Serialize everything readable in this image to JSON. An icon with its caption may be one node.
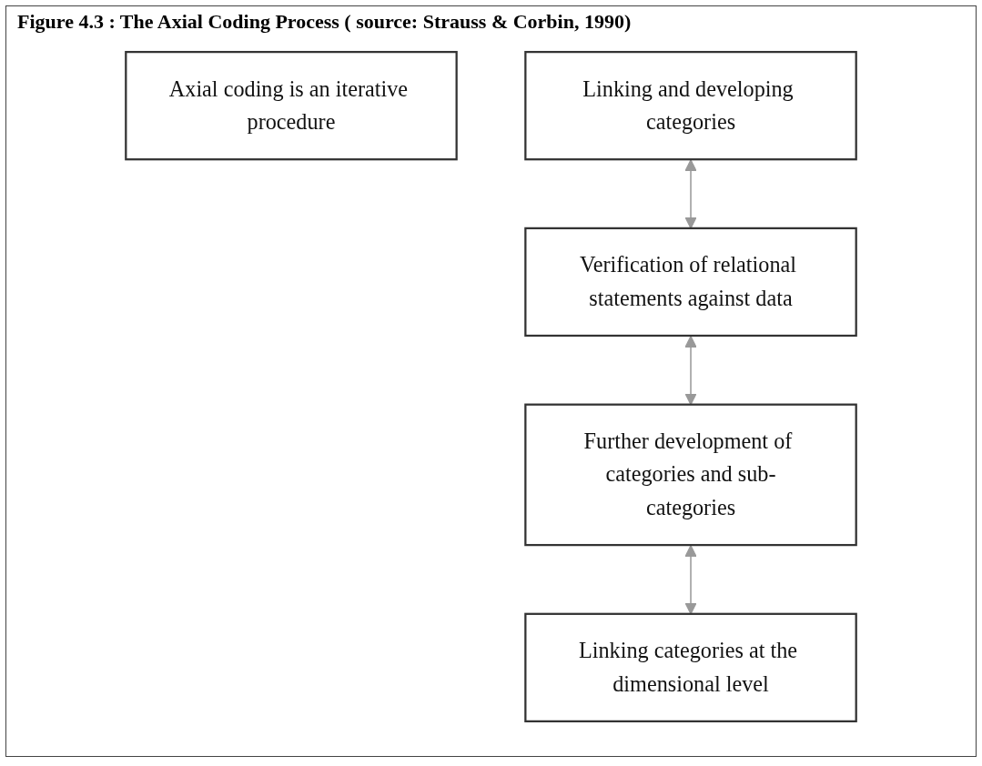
{
  "diagram": {
    "title": "Figure 4.3 : The Axial Coding Process ( source: Strauss & Corbin, 1990)",
    "nodes": [
      {
        "text": [
          "Axial coding is an iterative procedure"
        ]
      },
      {
        "text": [
          "Linking and developing categories"
        ]
      },
      {
        "text": [
          "Verification of relational statements against data"
        ]
      },
      {
        "text": [
          "Further development of categories and sub-categories"
        ]
      },
      {
        "text": [
          "Linking categories at the dimensional level"
        ]
      }
    ],
    "edges": [
      {
        "from": 1,
        "to": 2,
        "arrow": "both"
      },
      {
        "from": 2,
        "to": 3,
        "arrow": "both"
      },
      {
        "from": 3,
        "to": 4,
        "arrow": "both"
      }
    ]
  }
}
